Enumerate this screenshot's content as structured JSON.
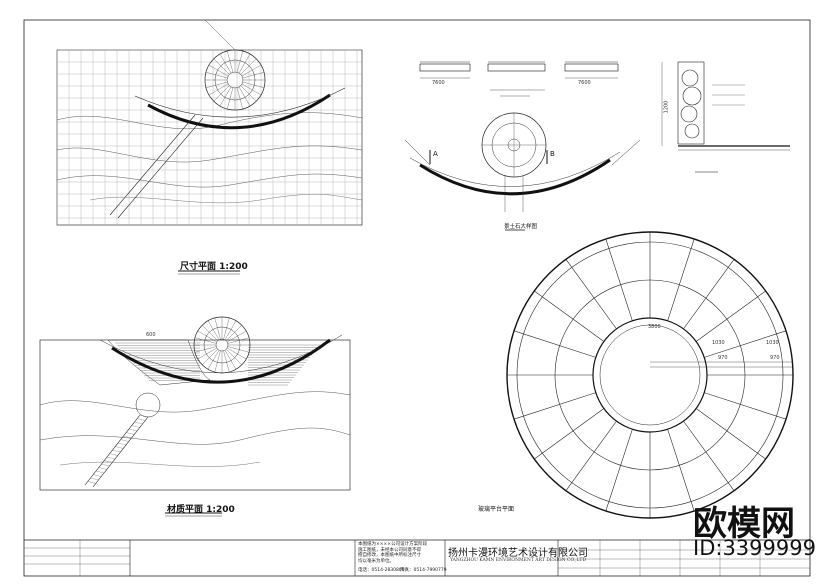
{
  "drawing_titles": {
    "dimension_plan": "尺寸平面  1:200",
    "material_plan": "材质平面  1:200",
    "glass_platform": "玻璃平台平面",
    "rockery_elevation": "景土石大样图"
  },
  "dimensions": {
    "d7600a": "7600",
    "d7600b": "7600",
    "d1200": "1200",
    "d600": "600",
    "d1030a": "1030",
    "d1030b": "1030",
    "d970a": "970",
    "d970b": "970",
    "d3800": "3800"
  },
  "section_marks": {
    "a": "A",
    "b": "B"
  },
  "title_block": {
    "notes": "本图纸为××××公司设计方案阶段\n施工图纸，未经本公司同意不得\n擅自修改，本图纸中所标注尺寸\n均以毫米为单位。",
    "company_cn": "扬州卡漫环境艺术设计有限公司",
    "company_en": "YANGZHOU KAMN ENVIRONMENT ART DESIGN CO.,LTD",
    "phone_label": "电话：0514-2830800",
    "fax_label": "传真：0514-7990779"
  },
  "watermark": {
    "brand": "欧模网",
    "id_text": "ID:3399999"
  },
  "colors": {
    "line": "#111111",
    "grid": "#9a9a9a",
    "hatch": "#555555"
  }
}
